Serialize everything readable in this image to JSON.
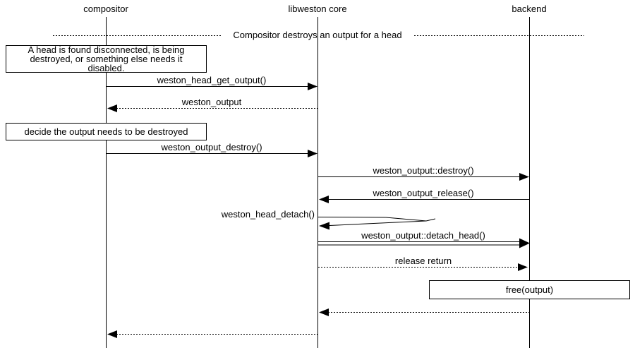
{
  "colors": {
    "line": "#000000",
    "background": "#ffffff",
    "text": "#000000"
  },
  "actors": [
    {
      "label": "compositor"
    },
    {
      "label": "libweston core"
    },
    {
      "label": "backend"
    }
  ],
  "divider": {
    "label": "Compositor destroys an output for a head"
  },
  "notes": {
    "head_disconnected": "A head is found disconnected, is being destroyed, or something else needs it disabled.",
    "decide_destroy": "decide the output needs to be destroyed",
    "free_output": "free(output)"
  },
  "messages": {
    "head_get_output": "weston_head_get_output()",
    "weston_output_return": "weston_output",
    "output_destroy": "weston_output_destroy()",
    "backend_destroy": "weston_output::destroy()",
    "output_release": "weston_output_release()",
    "head_detach": "weston_head_detach()",
    "detach_head": "weston_output::detach_head()",
    "release_return": "release return"
  }
}
